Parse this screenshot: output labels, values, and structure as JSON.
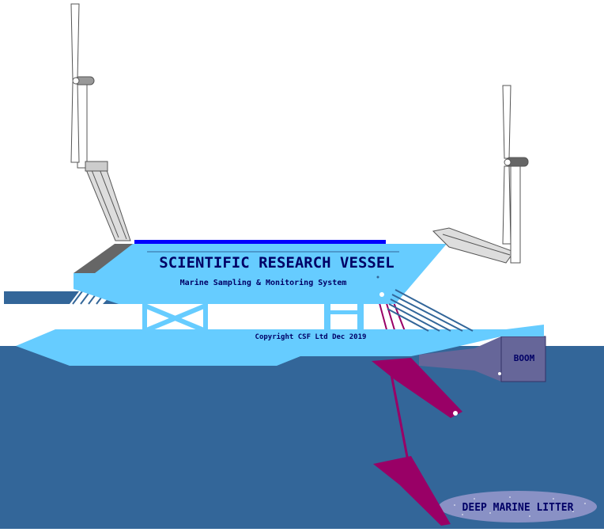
{
  "vessel": {
    "title": "SCIENTIFIC RESEARCH VESSEL",
    "subtitle": "Marine Sampling & Monitoring System",
    "copyright": "Copyright CSF Ltd Dec 2019"
  },
  "boom": {
    "label": "BOOM"
  },
  "seabed": {
    "label": "DEEP MARINE LITTER"
  },
  "colors": {
    "sky": "#ffffff",
    "sea": "#336699",
    "hull": "#66ccff",
    "boom": "#666699",
    "net": "#990066",
    "solar_panel": "#0000ff",
    "litter_patch": "#9999cc",
    "text": "#000066"
  }
}
